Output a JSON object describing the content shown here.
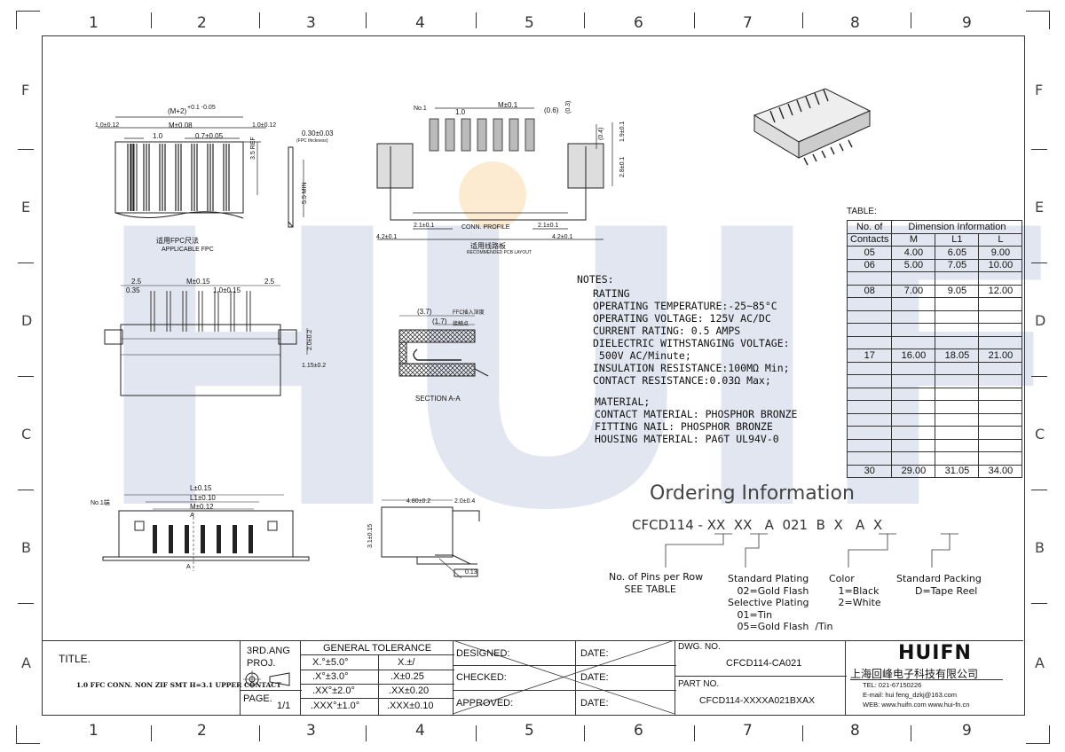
{
  "grid": {
    "columns": [
      "1",
      "2",
      "3",
      "4",
      "5",
      "6",
      "7",
      "8",
      "9"
    ],
    "rows": [
      "F",
      "E",
      "D",
      "C",
      "B",
      "A"
    ]
  },
  "watermark": "HUIFN",
  "views": {
    "top": {
      "dims": {
        "total": "(M+2)",
        "tol": "+0.1 -0.05",
        "left": "1.0±0.12",
        "right": "1.0±0.12",
        "pitch_m": "M±0.08",
        "p1": "1.0",
        "p2": "0.7±0.05",
        "ref": "3.5 REF",
        "ffc": "适用FPC尺法",
        "ffc_sub": "APPLICABLE FPC",
        "thick": "0.30±0.03",
        "thick_sub": "(FPC thickness)",
        "min": "5.5 MIN"
      }
    },
    "pcb": {
      "dims": {
        "no1": "No.1",
        "m": "M±0.1",
        "p": "1.0",
        "p06": "(0.6)",
        "p03": "(0.3)",
        "p04": "(0.4)",
        "h19": "1.9±0.1",
        "h28": "2.8±0.1",
        "w21a": "2.1±0.1",
        "w21b": "2.1±0.1",
        "w42a": "4.2±0.1",
        "w42b": "4.2±0.1",
        "profile": "CONN. PROFILE",
        "layout": "适用线路板",
        "layout_sub": "RECOMMENDED PCB LAYOUT"
      }
    },
    "front": {
      "dims": {
        "w25a": "2.5",
        "w035": "0.35",
        "m": "M±0.15",
        "p": "1.0±0.15",
        "w25b": "2.5",
        "h20": "2.0±0.2",
        "h115": "1.15±0.2"
      }
    },
    "section": {
      "dims": {
        "d37": "(3.7)",
        "d17": "(1.7)",
        "ffc": "FFC插入深度",
        "ffc2": "接触点",
        "caption": "SECTION A-A"
      }
    },
    "bottom": {
      "dims": {
        "no1": "No.1端",
        "l": "L±0.15",
        "l1": "L1±0.10",
        "m": "M±0.12",
        "a1": "A",
        "a2": "A"
      }
    },
    "side": {
      "dims": {
        "w48": "4.80±0.2",
        "w20": "2.0±0.4",
        "h31": "3.1±0.15",
        "flat": "0.13"
      }
    }
  },
  "notes": {
    "heading": "NOTES:",
    "lines": [
      "RATING",
      "OPERATING TEMPERATURE:-25~85°C",
      "OPERATING VOLTAGE: 125V AC/DC",
      "CURRENT RATING: 0.5 AMPS",
      "DIELECTRIC WITHSTANGING VOLTAGE:",
      " 500V AC/Minute;",
      "INSULATION RESISTANCE:100MΩ Min;",
      "CONTACT RESISTANCE:0.03Ω Max;"
    ],
    "material": [
      "MATERIAL;",
      "CONTACT MATERIAL: PHOSPHOR BRONZE",
      "FITTING NAIL: PHOSPHOR BRONZE",
      "HOUSING MATERIAL: PA6T UL94V-0"
    ]
  },
  "table": {
    "label": "TABLE:",
    "h1": "No. of",
    "h2": "Dimension Information",
    "h3": "Contacts",
    "cols": [
      "M",
      "L1",
      "L"
    ],
    "rows": [
      [
        "05",
        "4.00",
        "6.05",
        "9.00"
      ],
      [
        "06",
        "5.00",
        "7.05",
        "10.00"
      ],
      [
        "",
        "",
        "",
        ""
      ],
      [
        "08",
        "7.00",
        "9.05",
        "12.00"
      ],
      [
        "",
        "",
        "",
        ""
      ],
      [
        "",
        "",
        "",
        ""
      ],
      [
        "",
        "",
        "",
        ""
      ],
      [
        "",
        "",
        "",
        ""
      ],
      [
        "17",
        "16.00",
        "18.05",
        "21.00"
      ],
      [
        "",
        "",
        "",
        ""
      ],
      [
        "",
        "",
        "",
        ""
      ],
      [
        "",
        "",
        "",
        ""
      ],
      [
        "",
        "",
        "",
        ""
      ],
      [
        "",
        "",
        "",
        ""
      ],
      [
        "",
        "",
        "",
        ""
      ],
      [
        "",
        "",
        "",
        ""
      ],
      [
        "",
        "",
        "",
        ""
      ],
      [
        "30",
        "29.00",
        "31.05",
        "34.00"
      ]
    ]
  },
  "ordering": {
    "title": "Ordering Information",
    "code": "CFCD114 - XX  XX   A  021  B  X   A  X",
    "pins": "No. of Pins per Row\n     SEE TABLE",
    "plating": "Standard Plating\n   02=Gold Flash\nSelective Plating\n   01=Tin\n   05=Gold Flash  /Tin",
    "color": "Color\n   1=Black\n   2=White",
    "packing": "Standard Packing\n      D=Tape Reel"
  },
  "titleblock": {
    "title_label": "TITLE.",
    "title": "1.0 FFC CONN. NON ZIF SMT  H=3.1 UPPER CONTACT",
    "proj1": "3RD.ANG",
    "proj2": "PROJ.",
    "page_label": "PAGE.",
    "page": "1/1",
    "tol_label": "GENERAL TOLERANCE",
    "tol": [
      [
        "X.°±5.0°",
        "X.±/"
      ],
      [
        ".X°±3.0°",
        ".X±0.25"
      ],
      [
        ".XX°±2.0°",
        ".XX±0.20"
      ],
      [
        ".XXX°±1.0°",
        ".XXX±0.10"
      ]
    ],
    "designed": "DESIGNED:",
    "checked": "CHECKED:",
    "approved": "APPROVED:",
    "date": "DATE:",
    "dwg_label": "DWG. NO.",
    "dwg": "CFCD114-CA021",
    "part_label": "PART NO.",
    "part": "CFCD114-XXXXA021BXAX",
    "logo": "HUIFN",
    "company": "上海回峰电子科技有限公司",
    "tel": "TEL: 021-67150226",
    "email": "E-mail: hui feng_dzkj@163.com",
    "web": "WEB: www.huifn.com  www.hui-fn.cn"
  }
}
